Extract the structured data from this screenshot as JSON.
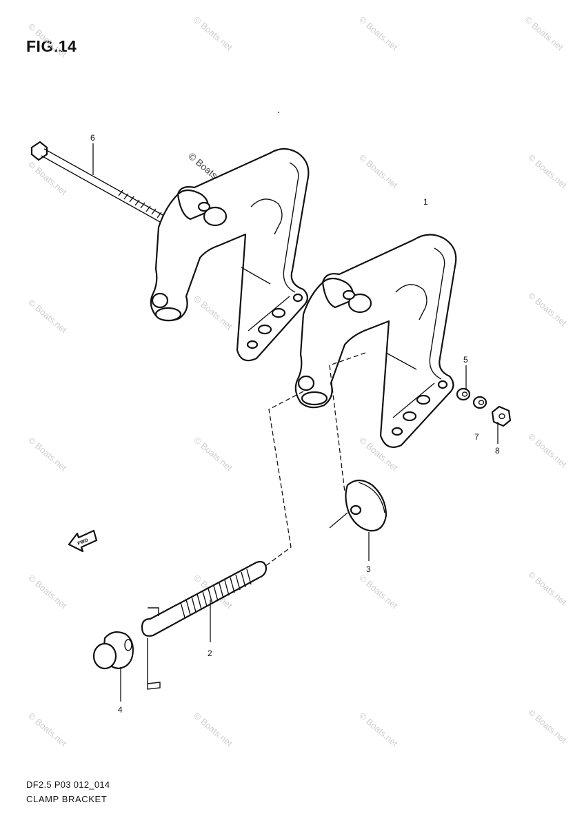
{
  "figure": {
    "title": "FIG.14",
    "code": "DF2.5 P03 012_014",
    "name": "CLAMP BRACKET"
  },
  "callouts": [
    "1",
    "2",
    "3",
    "4",
    "5",
    "6",
    "7",
    "8"
  ],
  "direction_marker": "FWD",
  "watermark": "© Boats.net",
  "watermark_featured": "© Boats.net"
}
